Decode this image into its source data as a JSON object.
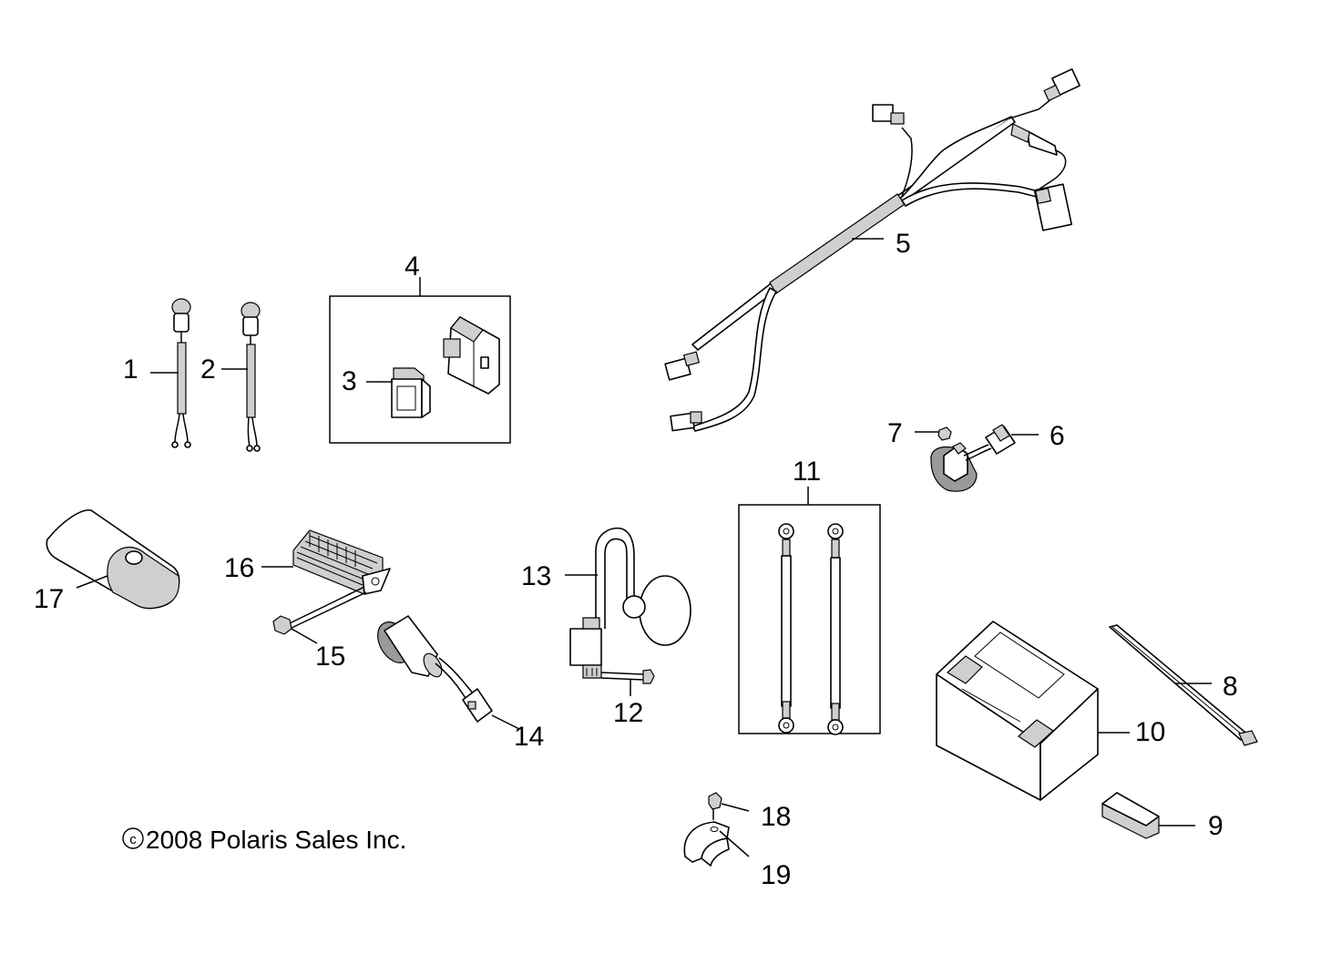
{
  "copyright": "2008 Polaris Sales Inc.",
  "callouts": [
    "1",
    "2",
    "3",
    "4",
    "5",
    "6",
    "7",
    "8",
    "9",
    "10",
    "11",
    "12",
    "13",
    "14",
    "15",
    "16",
    "17",
    "18",
    "19"
  ]
}
